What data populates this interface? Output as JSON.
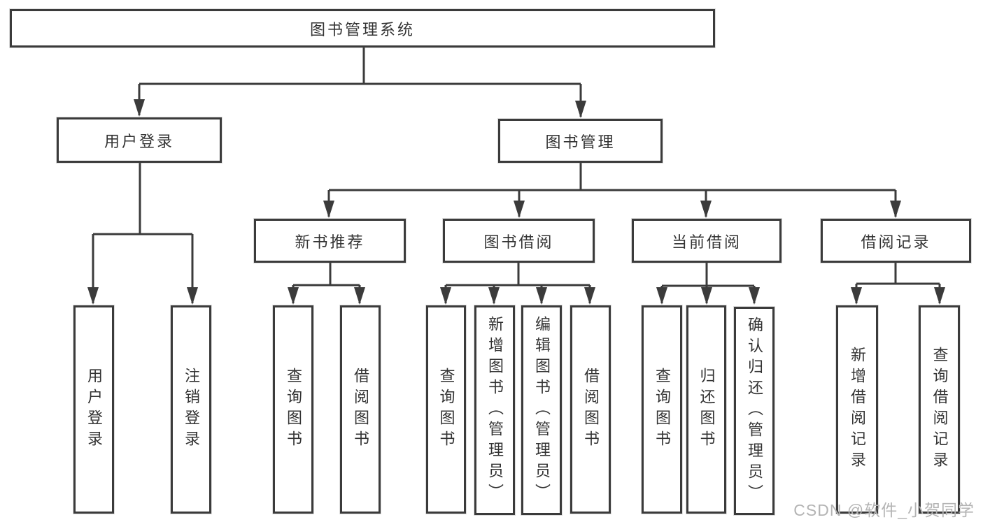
{
  "diagram": {
    "root": "图书管理系统",
    "level2": {
      "user_login": "用户登录",
      "book_mgmt": "图书管理"
    },
    "level3": {
      "new_book": "新书推荐",
      "book_borrow": "图书借阅",
      "current_borrow": "当前借阅",
      "borrow_records": "借阅记录"
    },
    "leaves": {
      "user_login": "用户登录",
      "logout": "注销登录",
      "nb_search": "查询图书",
      "nb_borrow": "借阅图书",
      "bb_search": "查询图书",
      "bb_add": "新增图书（管理员）",
      "bb_edit": "编辑图书（管理员）",
      "bb_borrow": "借阅图书",
      "cb_search": "查询图书",
      "cb_return": "归还图书",
      "cb_confirm": "确认归还（管理员）",
      "br_add": "新增借阅记录",
      "br_search": "查询借阅记录"
    }
  },
  "watermark": "CSDN @软件_小贺同学",
  "colors": {
    "line": "#3b3b3b",
    "text": "#333333",
    "watermark": "#b4b4b4",
    "background": "#ffffff"
  }
}
